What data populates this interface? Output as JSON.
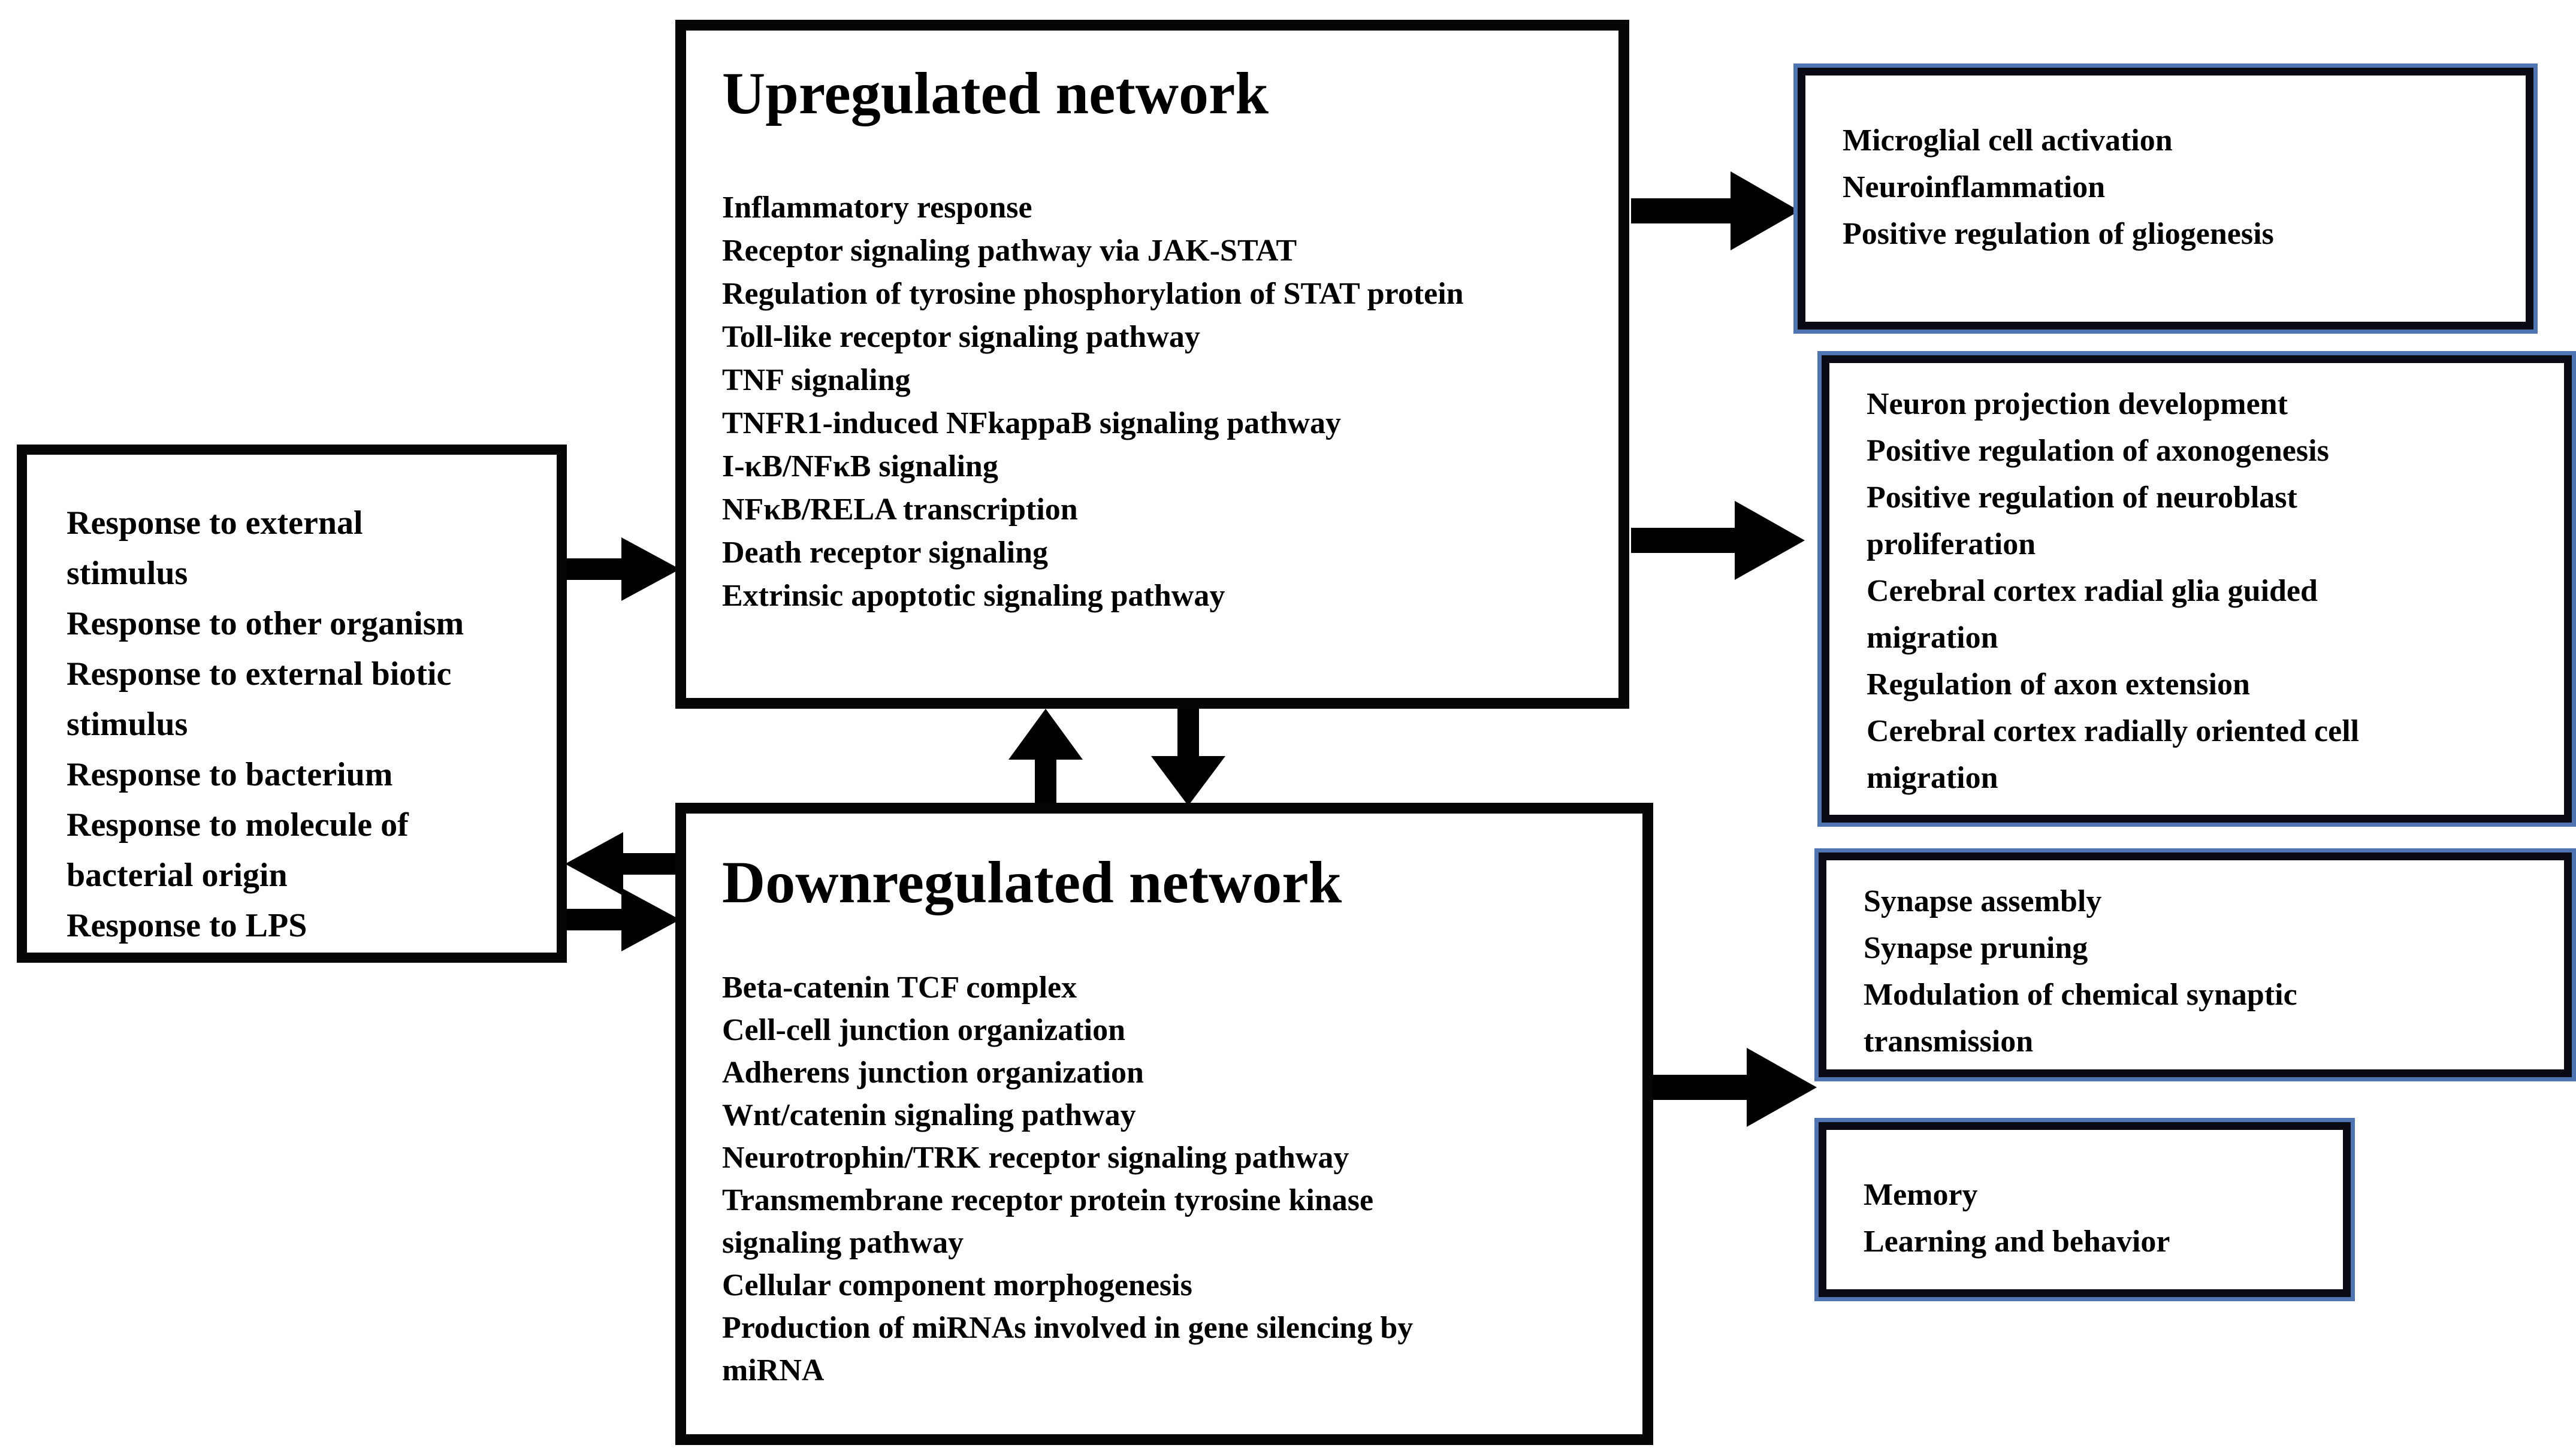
{
  "figure": {
    "background_color": "#ffffff",
    "ink_color": "#000000",
    "outcome_border_accent": "#4f74b2"
  },
  "boxes": {
    "stimulus": {
      "lines": [
        "Response to external",
        "stimulus",
        "Response to other organism",
        "Response to external biotic",
        "stimulus",
        "Response to bacterium",
        "Response to molecule of",
        "bacterial origin",
        "Response to LPS"
      ]
    },
    "upregulated": {
      "title": "Upregulated network",
      "lines": [
        "Inflammatory response",
        "Receptor signaling pathway via JAK-STAT",
        "Regulation of tyrosine phosphorylation of STAT protein",
        "Toll-like receptor signaling pathway",
        "TNF signaling",
        "TNFR1-induced NFkappaB signaling pathway",
        "I-κB/NFκB signaling",
        "NFκB/RELA transcription",
        "Death receptor signaling",
        "Extrinsic apoptotic signaling pathway"
      ]
    },
    "downregulated": {
      "title": "Downregulated network",
      "lines": [
        "Beta-catenin TCF complex",
        "Cell-cell junction organization",
        "Adherens junction organization",
        "Wnt/catenin signaling pathway",
        "Neurotrophin/TRK receptor signaling pathway",
        "Transmembrane receptor protein tyrosine kinase",
        "signaling pathway",
        "Cellular component morphogenesis",
        "Production of miRNAs involved in gene silencing by",
        "miRNA"
      ]
    },
    "outcome_glia": {
      "lines": [
        "Microglial cell activation",
        "Neuroinflammation",
        "Positive regulation of gliogenesis"
      ]
    },
    "outcome_neuron": {
      "lines": [
        "Neuron projection development",
        "Positive regulation of axonogenesis",
        "Positive regulation of neuroblast",
        "proliferation",
        "Cerebral cortex radial glia guided",
        "migration",
        "Regulation of axon extension",
        "Cerebral cortex radially oriented cell",
        "migration"
      ]
    },
    "outcome_synapse": {
      "lines": [
        "Synapse assembly",
        "Synapse pruning",
        "Modulation of chemical synaptic",
        "transmission"
      ]
    },
    "outcome_memory": {
      "lines": [
        "Memory",
        "Learning and behavior"
      ]
    }
  },
  "arrows": [
    {
      "name": "stimulus-to-upregulated-arrow",
      "direction": "right"
    },
    {
      "name": "downregulated-to-stimulus-arrow",
      "direction": "left"
    },
    {
      "name": "stimulus-to-downregulated-arrow",
      "direction": "right"
    },
    {
      "name": "downregulated-to-upregulated-arrow",
      "direction": "up"
    },
    {
      "name": "upregulated-to-downregulated-arrow",
      "direction": "down"
    },
    {
      "name": "upregulated-to-glia-arrow",
      "direction": "right"
    },
    {
      "name": "upregulated-to-neuron-arrow",
      "direction": "right"
    },
    {
      "name": "downregulated-to-synapse-memory-arrow",
      "direction": "right"
    }
  ]
}
